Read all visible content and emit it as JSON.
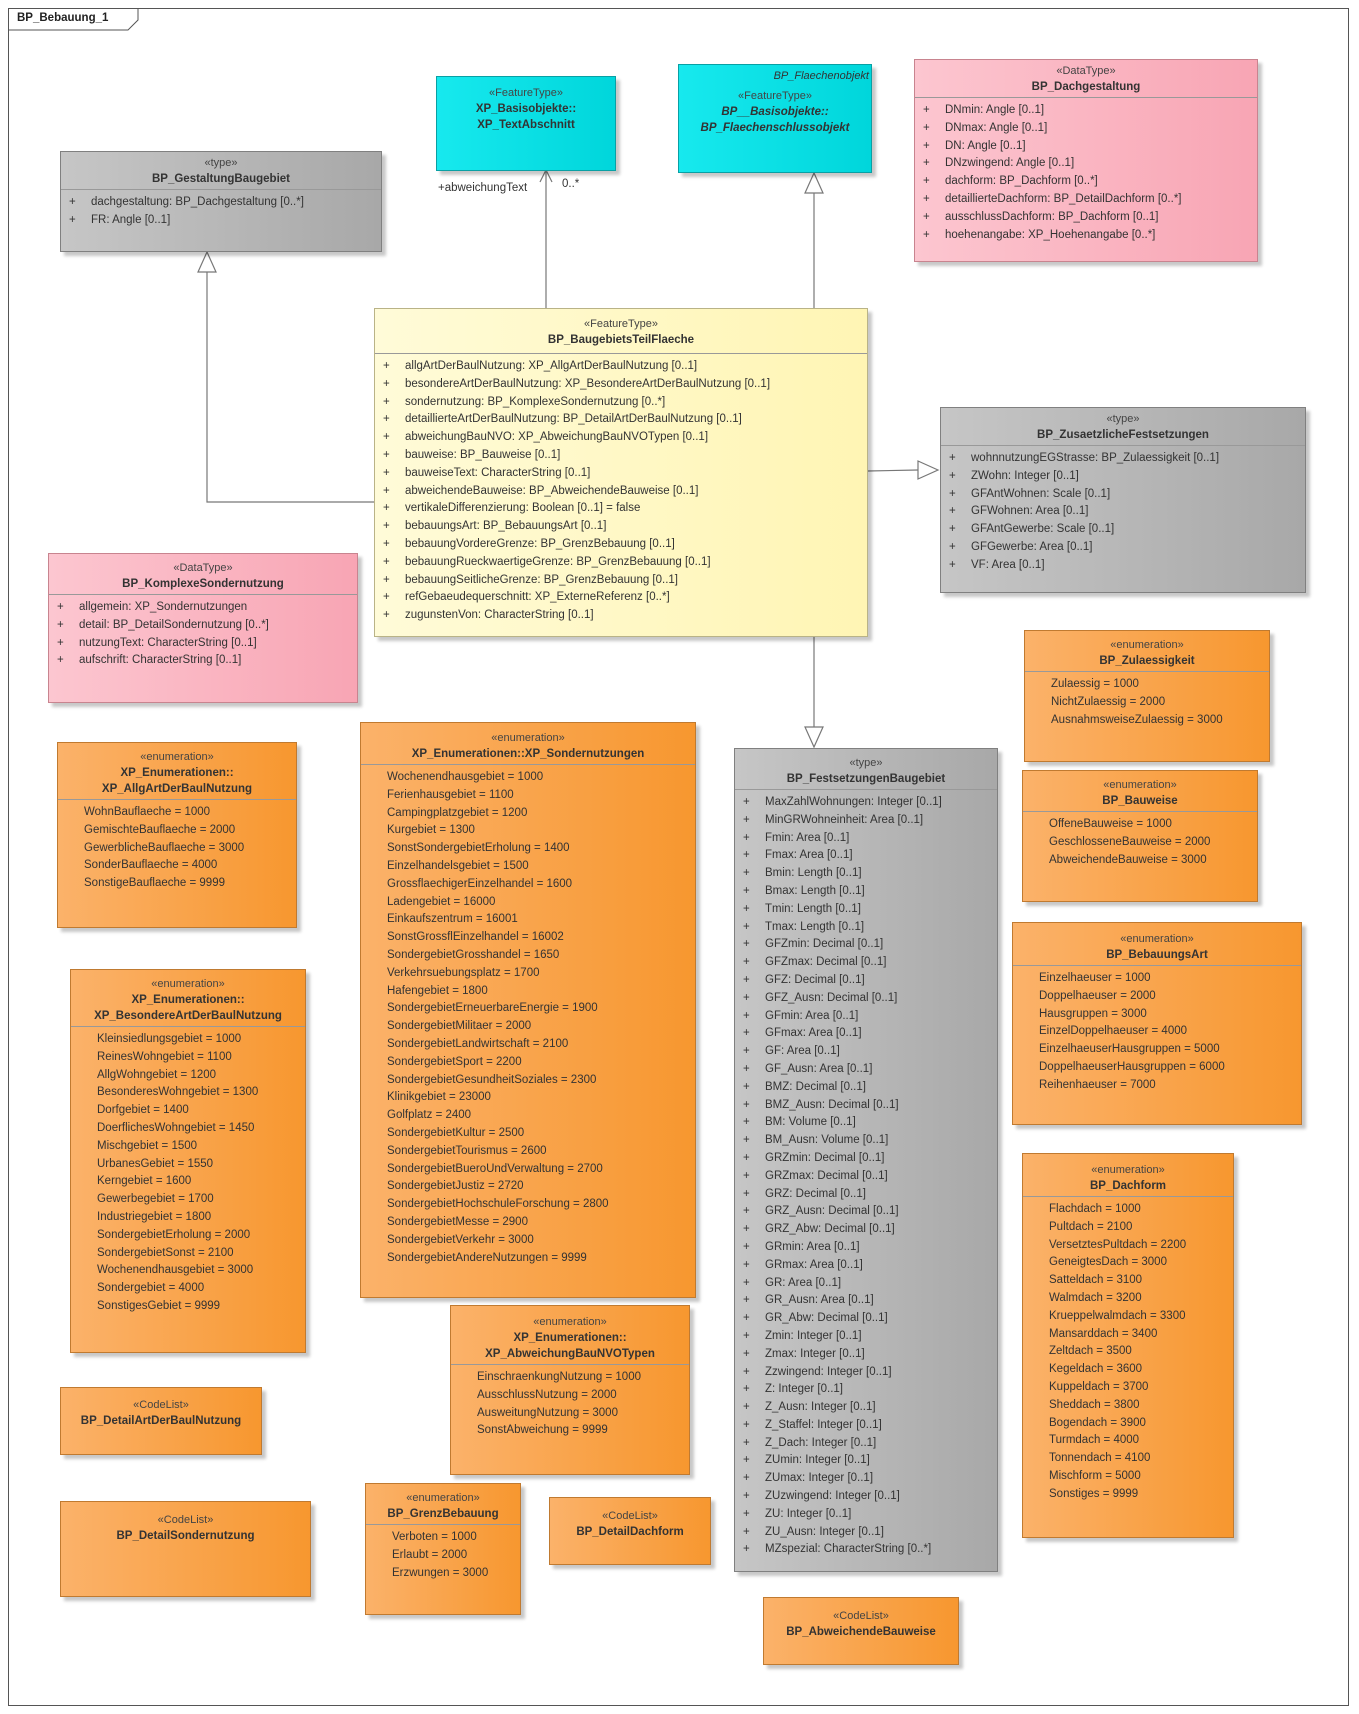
{
  "diagram": {
    "title": "BP_Bebauung_1",
    "assoc_role": "+abweichungText",
    "assoc_multiplicity": "0..*"
  },
  "classes": {
    "gestaltung": {
      "stereotype": "«type»",
      "name": "BP_GestaltungBaugebiet",
      "attrs": [
        {
          "v": "+",
          "t": "dachgestaltung: BP_Dachgestaltung [0..*]"
        },
        {
          "v": "+",
          "t": "FR: Angle [0..1]"
        }
      ]
    },
    "textabschnitt": {
      "stereotype": "«FeatureType»",
      "name1": "XP_Basisobjekte::",
      "name2": "XP_TextAbschnitt"
    },
    "flaechenschluss": {
      "package": "BP_Flaechenobjekt",
      "stereotype": "«FeatureType»",
      "name1": "BP__Basisobjekte::",
      "name2": "BP_Flaechenschlussobjekt"
    },
    "dachgestaltung": {
      "stereotype": "«DataType»",
      "name": "BP_Dachgestaltung",
      "attrs": [
        {
          "v": "+",
          "t": "DNmin: Angle [0..1]"
        },
        {
          "v": "+",
          "t": "DNmax: Angle [0..1]"
        },
        {
          "v": "+",
          "t": "DN: Angle [0..1]"
        },
        {
          "v": "+",
          "t": "DNzwingend: Angle [0..1]"
        },
        {
          "v": "+",
          "t": "dachform: BP_Dachform [0..*]"
        },
        {
          "v": "+",
          "t": "detaillierteDachform: BP_DetailDachform [0..*]"
        },
        {
          "v": "+",
          "t": "ausschlussDachform: BP_Dachform [0..1]"
        },
        {
          "v": "+",
          "t": "hoehenangabe: XP_Hoehenangabe [0..*]"
        }
      ]
    },
    "teilflaeche": {
      "stereotype": "«FeatureType»",
      "name": "BP_BaugebietsTeilFlaeche",
      "attrs": [
        {
          "v": "+",
          "t": "allgArtDerBaulNutzung: XP_AllgArtDerBaulNutzung [0..1]"
        },
        {
          "v": "+",
          "t": "besondereArtDerBaulNutzung: XP_BesondereArtDerBaulNutzung [0..1]"
        },
        {
          "v": "+",
          "t": "sondernutzung: BP_KomplexeSondernutzung [0..*]"
        },
        {
          "v": "+",
          "t": "detaillierteArtDerBaulNutzung: BP_DetailArtDerBaulNutzung [0..1]"
        },
        {
          "v": "+",
          "t": "abweichungBauNVO: XP_AbweichungBauNVOTypen [0..1]"
        },
        {
          "v": "+",
          "t": "bauweise: BP_Bauweise [0..1]"
        },
        {
          "v": "+",
          "t": "bauweiseText: CharacterString [0..1]"
        },
        {
          "v": "+",
          "t": "abweichendeBauweise: BP_AbweichendeBauweise [0..1]"
        },
        {
          "v": "+",
          "t": "vertikaleDifferenzierung: Boolean [0..1] = false"
        },
        {
          "v": "+",
          "t": "bebauungsArt: BP_BebauungsArt [0..1]"
        },
        {
          "v": "+",
          "t": "bebauungVordereGrenze: BP_GrenzBebauung [0..1]"
        },
        {
          "v": "+",
          "t": "bebauungRueckwaertigeGrenze: BP_GrenzBebauung [0..1]"
        },
        {
          "v": "+",
          "t": "bebauungSeitlicheGrenze: BP_GrenzBebauung [0..1]"
        },
        {
          "v": "+",
          "t": "refGebaeudequerschnitt: XP_ExterneReferenz [0..*]"
        },
        {
          "v": "+",
          "t": "zugunstenVon: CharacterString [0..1]"
        }
      ]
    },
    "zusaetzliche": {
      "stereotype": "«type»",
      "name": "BP_ZusaetzlicheFestsetzungen",
      "attrs": [
        {
          "v": "+",
          "t": "wohnnutzungEGStrasse: BP_Zulaessigkeit [0..1]"
        },
        {
          "v": "+",
          "t": "ZWohn: Integer [0..1]"
        },
        {
          "v": "+",
          "t": "GFAntWohnen: Scale [0..1]"
        },
        {
          "v": "+",
          "t": "GFWohnen: Area [0..1]"
        },
        {
          "v": "+",
          "t": "GFAntGewerbe: Scale [0..1]"
        },
        {
          "v": "+",
          "t": "GFGewerbe: Area [0..1]"
        },
        {
          "v": "+",
          "t": "VF: Area [0..1]"
        }
      ]
    },
    "komplexe": {
      "stereotype": "«DataType»",
      "name": "BP_KomplexeSondernutzung",
      "attrs": [
        {
          "v": "+",
          "t": "allgemein: XP_Sondernutzungen"
        },
        {
          "v": "+",
          "t": "detail: BP_DetailSondernutzung [0..*]"
        },
        {
          "v": "+",
          "t": "nutzungText: CharacterString [0..1]"
        },
        {
          "v": "+",
          "t": "aufschrift: CharacterString [0..1]"
        }
      ]
    },
    "festsetzungen": {
      "stereotype": "«type»",
      "name": "BP_FestsetzungenBaugebiet",
      "attrs": [
        {
          "v": "+",
          "t": "MaxZahlWohnungen: Integer [0..1]"
        },
        {
          "v": "+",
          "t": "MinGRWohneinheit: Area [0..1]"
        },
        {
          "v": "+",
          "t": "Fmin: Area [0..1]"
        },
        {
          "v": "+",
          "t": "Fmax: Area [0..1]"
        },
        {
          "v": "+",
          "t": "Bmin: Length [0..1]"
        },
        {
          "v": "+",
          "t": "Bmax: Length [0..1]"
        },
        {
          "v": "+",
          "t": "Tmin: Length [0..1]"
        },
        {
          "v": "+",
          "t": "Tmax: Length [0..1]"
        },
        {
          "v": "+",
          "t": "GFZmin: Decimal [0..1]"
        },
        {
          "v": "+",
          "t": "GFZmax: Decimal [0..1]"
        },
        {
          "v": "+",
          "t": "GFZ: Decimal [0..1]"
        },
        {
          "v": "+",
          "t": "GFZ_Ausn: Decimal [0..1]"
        },
        {
          "v": "+",
          "t": "GFmin: Area [0..1]"
        },
        {
          "v": "+",
          "t": "GFmax: Area [0..1]"
        },
        {
          "v": "+",
          "t": "GF: Area [0..1]"
        },
        {
          "v": "+",
          "t": "GF_Ausn: Area [0..1]"
        },
        {
          "v": "+",
          "t": "BMZ: Decimal [0..1]"
        },
        {
          "v": "+",
          "t": "BMZ_Ausn: Decimal [0..1]"
        },
        {
          "v": "+",
          "t": "BM: Volume [0..1]"
        },
        {
          "v": "+",
          "t": "BM_Ausn: Volume [0..1]"
        },
        {
          "v": "+",
          "t": "GRZmin: Decimal [0..1]"
        },
        {
          "v": "+",
          "t": "GRZmax: Decimal [0..1]"
        },
        {
          "v": "+",
          "t": "GRZ: Decimal [0..1]"
        },
        {
          "v": "+",
          "t": "GRZ_Ausn: Decimal [0..1]"
        },
        {
          "v": "+",
          "t": "GRZ_Abw: Decimal [0..1]"
        },
        {
          "v": "+",
          "t": "GRmin: Area [0..1]"
        },
        {
          "v": "+",
          "t": "GRmax: Area [0..1]"
        },
        {
          "v": "+",
          "t": "GR: Area [0..1]"
        },
        {
          "v": "+",
          "t": "GR_Ausn: Area [0..1]"
        },
        {
          "v": "+",
          "t": "GR_Abw: Decimal [0..1]"
        },
        {
          "v": "+",
          "t": "Zmin: Integer [0..1]"
        },
        {
          "v": "+",
          "t": "Zmax: Integer [0..1]"
        },
        {
          "v": "+",
          "t": "Zzwingend: Integer [0..1]"
        },
        {
          "v": "+",
          "t": "Z: Integer [0..1]"
        },
        {
          "v": "+",
          "t": "Z_Ausn: Integer [0..1]"
        },
        {
          "v": "+",
          "t": "Z_Staffel: Integer [0..1]"
        },
        {
          "v": "+",
          "t": "Z_Dach: Integer [0..1]"
        },
        {
          "v": "+",
          "t": "ZUmin: Integer [0..1]"
        },
        {
          "v": "+",
          "t": "ZUmax: Integer [0..1]"
        },
        {
          "v": "+",
          "t": "ZUzwingend: Integer [0..1]"
        },
        {
          "v": "+",
          "t": "ZU: Integer [0..1]"
        },
        {
          "v": "+",
          "t": "ZU_Ausn: Integer [0..1]"
        },
        {
          "v": "+",
          "t": "MZspezial: CharacterString [0..*]"
        }
      ]
    },
    "zulaessigkeit": {
      "stereotype": "«enumeration»",
      "name": "BP_Zulaessigkeit",
      "values": [
        "Zulaessig = 1000",
        "NichtZulaessig = 2000",
        "AusnahmsweiseZulaessig = 3000"
      ]
    },
    "bauweise": {
      "stereotype": "«enumeration»",
      "name": "BP_Bauweise",
      "values": [
        "OffeneBauweise = 1000",
        "GeschlosseneBauweise = 2000",
        "AbweichendeBauweise = 3000"
      ]
    },
    "bebauungsart": {
      "stereotype": "«enumeration»",
      "name": "BP_BebauungsArt",
      "values": [
        "Einzelhaeuser = 1000",
        "Doppelhaeuser = 2000",
        "Hausgruppen = 3000",
        "EinzelDoppelhaeuser = 4000",
        "EinzelhaeuserHausgruppen = 5000",
        "DoppelhaeuserHausgruppen = 6000",
        "Reihenhaeuser = 7000"
      ]
    },
    "dachform": {
      "stereotype": "«enumeration»",
      "name": "BP_Dachform",
      "values": [
        "Flachdach = 1000",
        "Pultdach = 2100",
        "VersetztesPultdach = 2200",
        "GeneigtesDach = 3000",
        "Satteldach = 3100",
        "Walmdach = 3200",
        "Krueppelwalmdach = 3300",
        "Mansarddach = 3400",
        "Zeltdach = 3500",
        "Kegeldach = 3600",
        "Kuppeldach = 3700",
        "Sheddach = 3800",
        "Bogendach = 3900",
        "Turmdach = 4000",
        "Tonnendach = 4100",
        "Mischform = 5000",
        "Sonstiges = 9999"
      ]
    },
    "allgart": {
      "stereotype": "«enumeration»",
      "name1": "XP_Enumerationen::",
      "name2": "XP_AllgArtDerBaulNutzung",
      "values": [
        "WohnBauflaeche = 1000",
        "GemischteBauflaeche = 2000",
        "GewerblicheBauflaeche = 3000",
        "SonderBauflaeche = 4000",
        "SonstigeBauflaeche = 9999"
      ]
    },
    "sondernutzungen": {
      "stereotype": "«enumeration»",
      "name": "XP_Enumerationen::XP_Sondernutzungen",
      "values": [
        "Wochenendhausgebiet = 1000",
        "Ferienhausgebiet = 1100",
        "Campingplatzgebiet = 1200",
        "Kurgebiet = 1300",
        "SonstSondergebietErholung = 1400",
        "Einzelhandelsgebiet = 1500",
        "GrossflaechigerEinzelhandel = 1600",
        "Ladengebiet = 16000",
        "Einkaufszentrum = 16001",
        "SonstGrossflEinzelhandel = 16002",
        "SondergebietGrosshandel = 1650",
        "Verkehrsuebungsplatz = 1700",
        "Hafengebiet = 1800",
        "SondergebietErneuerbareEnergie = 1900",
        "SondergebietMilitaer = 2000",
        "SondergebietLandwirtschaft = 2100",
        "SondergebietSport = 2200",
        "SondergebietGesundheitSoziales = 2300",
        "Klinikgebiet = 23000",
        "Golfplatz = 2400",
        "SondergebietKultur = 2500",
        "SondergebietTourismus = 2600",
        "SondergebietBueroUndVerwaltung = 2700",
        "SondergebietJustiz = 2720",
        "SondergebietHochschuleForschung = 2800",
        "SondergebietMesse = 2900",
        "SondergebietVerkehr = 3000",
        "SondergebietAndereNutzungen = 9999"
      ]
    },
    "besondereart": {
      "stereotype": "«enumeration»",
      "name1": "XP_Enumerationen::",
      "name2": "XP_BesondereArtDerBaulNutzung",
      "values": [
        "Kleinsiedlungsgebiet = 1000",
        "ReinesWohngebiet = 1100",
        "AllgWohngebiet = 1200",
        "BesonderesWohngebiet = 1300",
        "Dorfgebiet = 1400",
        "DoerflichesWohngebiet = 1450",
        "Mischgebiet = 1500",
        "UrbanesGebiet = 1550",
        "Kerngebiet = 1600",
        "Gewerbegebiet = 1700",
        "Industriegebiet = 1800",
        "SondergebietErholung = 2000",
        "SondergebietSonst = 2100",
        "Wochenendhausgebiet = 3000",
        "Sondergebiet = 4000",
        "SonstigesGebiet = 9999"
      ]
    },
    "abweichung": {
      "stereotype": "«enumeration»",
      "name1": "XP_Enumerationen::",
      "name2": "XP_AbweichungBauNVOTypen",
      "values": [
        "EinschraenkungNutzung = 1000",
        "AusschlussNutzung = 2000",
        "AusweitungNutzung = 3000",
        "SonstAbweichung = 9999"
      ]
    },
    "grenzbebauung": {
      "stereotype": "«enumeration»",
      "name": "BP_GrenzBebauung",
      "values": [
        "Verboten = 1000",
        "Erlaubt = 2000",
        "Erzwungen = 3000"
      ]
    },
    "detailart": {
      "stereotype": "«CodeList»",
      "name": "BP_DetailArtDerBaulNutzung"
    },
    "detailsonder": {
      "stereotype": "«CodeList»",
      "name": "BP_DetailSondernutzung"
    },
    "detaildach": {
      "stereotype": "«CodeList»",
      "name": "BP_DetailDachform"
    },
    "abweichendebauweise": {
      "stereotype": "«CodeList»",
      "name": "BP_AbweichendeBauweise"
    }
  }
}
